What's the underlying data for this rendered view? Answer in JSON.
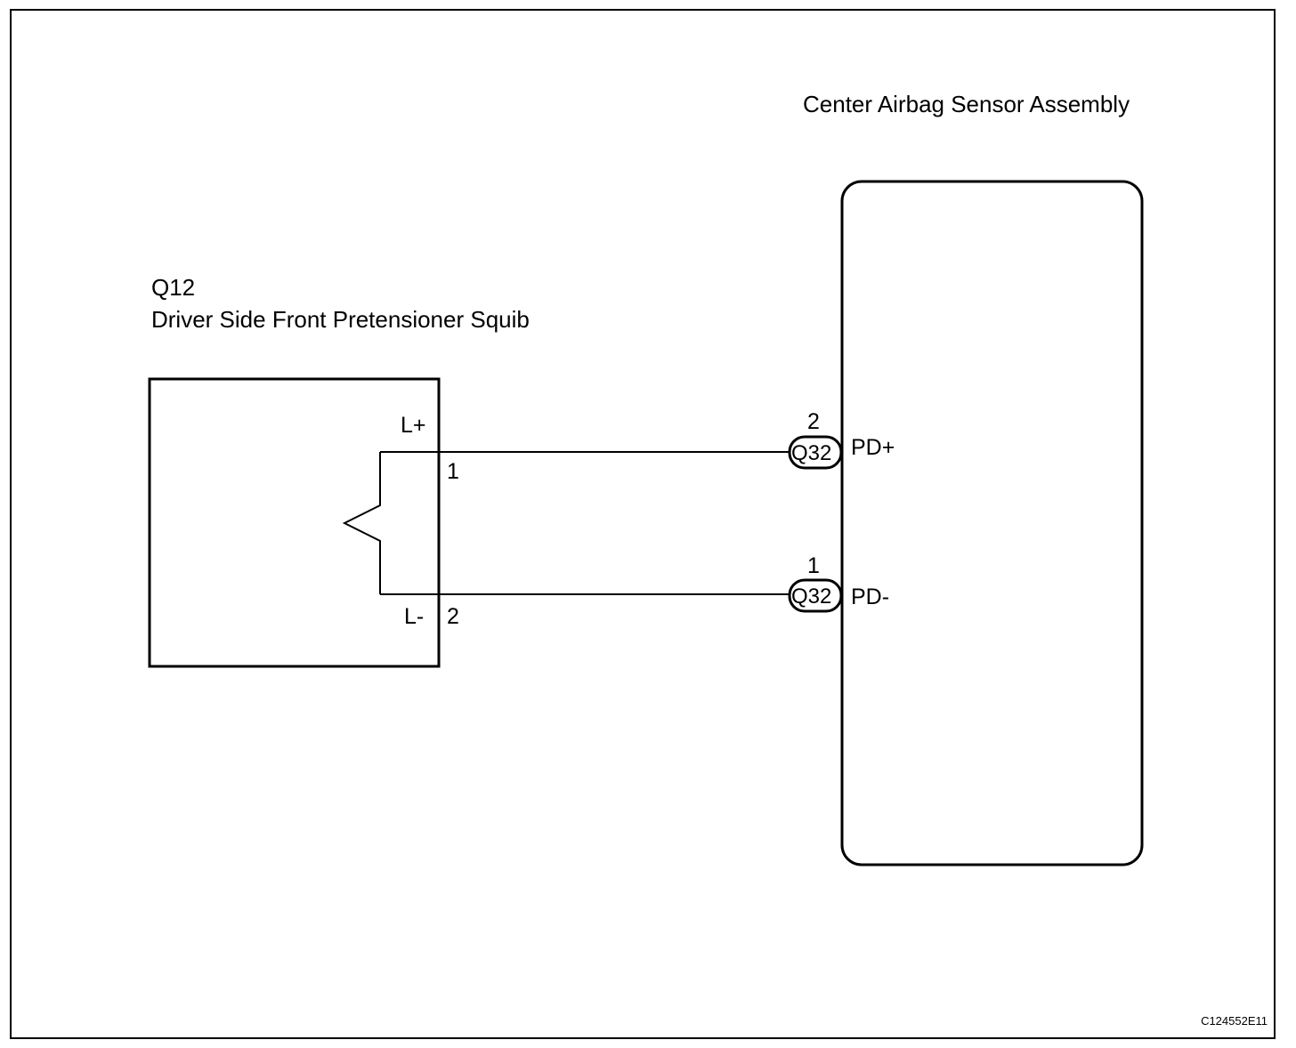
{
  "diagram": {
    "airbag_sensor": {
      "title": "Center Airbag Sensor Assembly"
    },
    "squib": {
      "code": "Q12",
      "title": "Driver Side Front Pretensioner Squib",
      "pins": [
        {
          "label": "L+",
          "number": "1"
        },
        {
          "label": "L-",
          "number": "2"
        }
      ]
    },
    "connectors": [
      {
        "id": "Q32",
        "pin_number": "2",
        "signal": "PD+"
      },
      {
        "id": "Q32",
        "pin_number": "1",
        "signal": "PD-"
      }
    ],
    "figure_code": "C124552E11"
  }
}
